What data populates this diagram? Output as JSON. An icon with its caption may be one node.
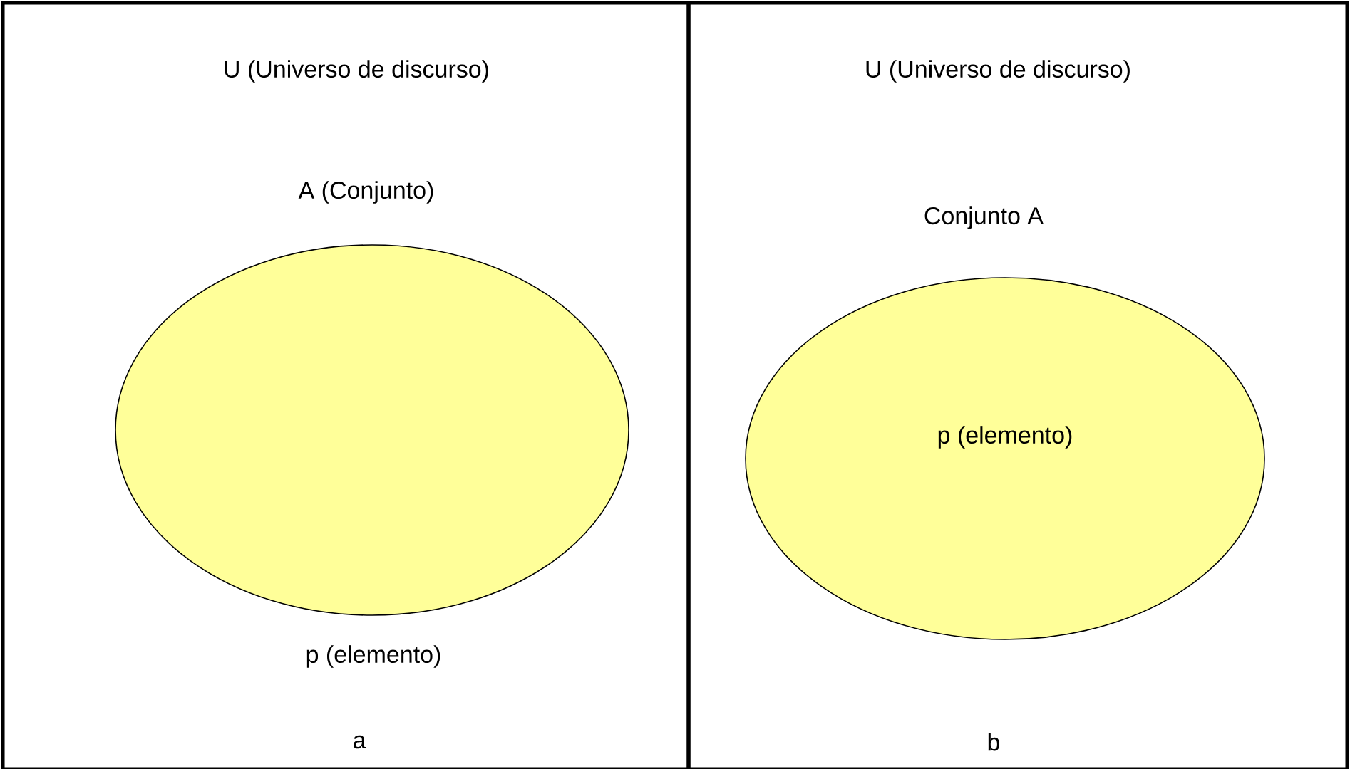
{
  "diagram": {
    "nodes": [
      {
        "text": [
          "U (Universo de discurso)",
          "a"
        ]
      },
      {
        "text": [
          "A (Conjunto)"
        ],
        "in": 0,
        "beside": [
          "p (elemento)"
        ]
      },
      {
        "text": [
          "U (Universo de discurso)",
          "b"
        ]
      },
      {
        "text": [
          "Conjunto A",
          "p (elemento)"
        ],
        "in": 2
      }
    ]
  }
}
